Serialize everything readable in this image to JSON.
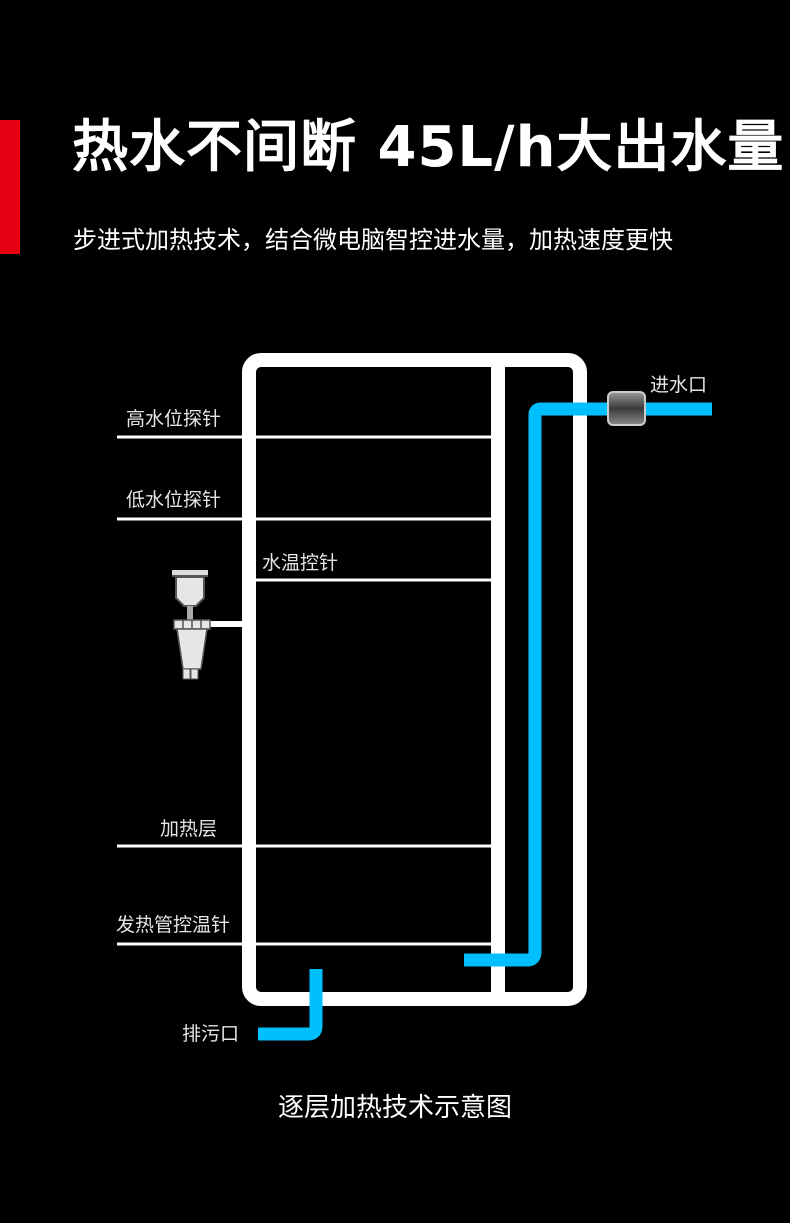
{
  "header": {
    "title": "热水不间断 45L/h大出水量",
    "subtitle": "步进式加热技术，结合微电脑智控进水量，加热速度更快",
    "accent_color": "#e60012"
  },
  "diagram": {
    "labels": {
      "high_water_probe": "高水位探针",
      "low_water_probe": "低水位探针",
      "water_temp_probe": "水温控针",
      "heating_layer": "加热层",
      "heater_temp_probe": "发热管控温针",
      "inlet": "进水口",
      "drain": "排污口"
    },
    "pipe_color": "#00bfff",
    "tank_color": "#ffffff",
    "caption": "逐层加热技术示意图"
  }
}
